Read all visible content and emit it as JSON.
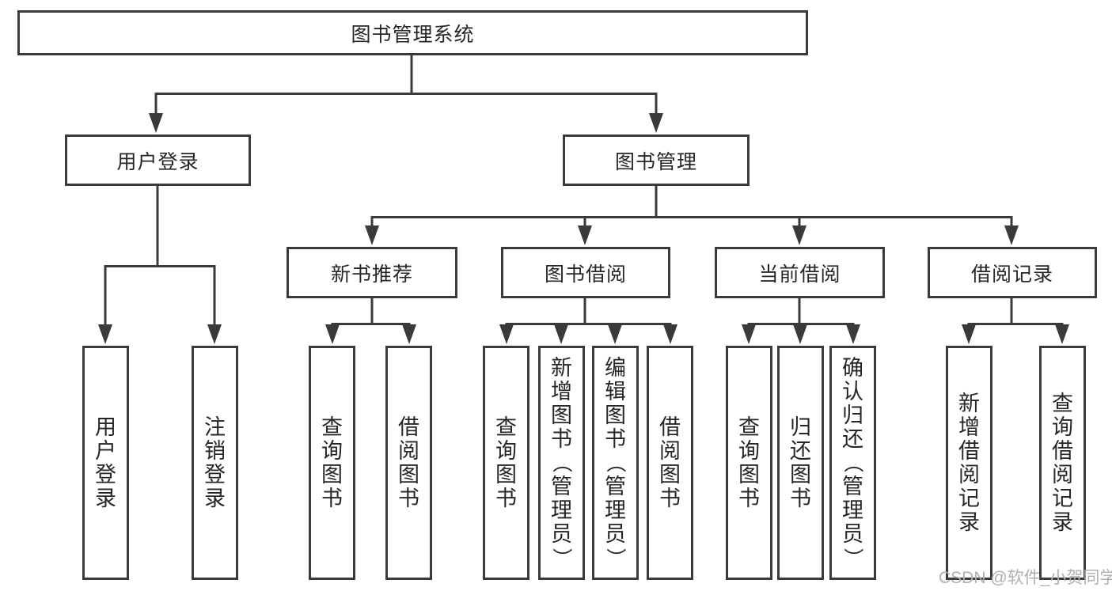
{
  "tree": {
    "root": "图书管理系统",
    "level2": [
      "用户登录",
      "图书管理"
    ],
    "level3": [
      "新书推荐",
      "图书借阅",
      "当前借阅",
      "借阅记录"
    ],
    "leaves": {
      "login": [
        "用户登录",
        "注销登录"
      ],
      "recommend": [
        "查询图书",
        "借阅图书"
      ],
      "borrow": [
        "查询图书",
        "新增图书（管理员）",
        "编辑图书（管理员）",
        "借阅图书"
      ],
      "current": [
        "查询图书",
        "归还图书",
        "确认归还（管理员）"
      ],
      "records": [
        "新增借阅记录",
        "查询借阅记录"
      ]
    }
  },
  "watermark": "CSDN @软件_小贺同学",
  "colors": {
    "line": "#3a3a3a",
    "text": "#262626",
    "watermark": "#b0b0b0",
    "background": "#ffffff"
  }
}
